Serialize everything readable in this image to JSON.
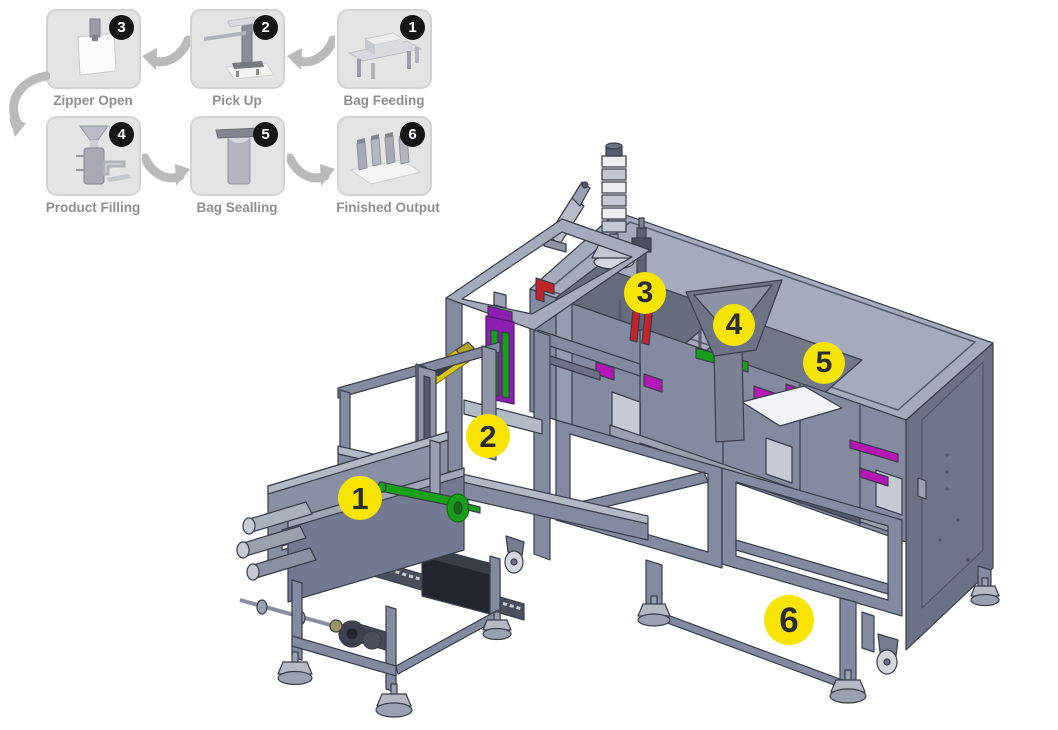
{
  "page": {
    "background_color": "#ffffff"
  },
  "process_flow": {
    "steps": [
      {
        "number": "3",
        "label": "Zipper Open",
        "icon": "zipper-open-icon"
      },
      {
        "number": "2",
        "label": "Pick Up",
        "icon": "pick-up-icon"
      },
      {
        "number": "1",
        "label": "Bag Feeding",
        "icon": "bag-feeding-icon"
      },
      {
        "number": "4",
        "label": "Product Filling",
        "icon": "product-filling-icon"
      },
      {
        "number": "5",
        "label": "Bag Sealling",
        "icon": "bag-sealling-icon"
      },
      {
        "number": "6",
        "label": "Finished Output",
        "icon": "finished-output-icon"
      }
    ],
    "tile_badge_color": "#161616",
    "tile_color": "#e4e4e4",
    "arrow_color": "#bababa"
  },
  "machine": {
    "callouts": [
      {
        "number": "1"
      },
      {
        "number": "2"
      },
      {
        "number": "3"
      },
      {
        "number": "4"
      },
      {
        "number": "5"
      },
      {
        "number": "6"
      }
    ],
    "callout_color": "#f6e405",
    "body_color": "#848aa0",
    "accent_colors": {
      "magenta": "#b616b6",
      "green": "#17a017",
      "yellow": "#d8c71c",
      "red": "#c2242c"
    }
  }
}
